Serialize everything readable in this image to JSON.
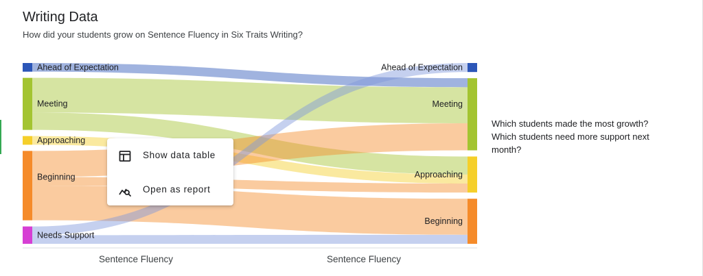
{
  "header": {
    "title": "Writing Data",
    "subtitle": "How did your students grow on Sentence Fluency in Six Traits Writing?"
  },
  "side_text": {
    "line1": "Which students made the most growth?",
    "line2": "Which students need more support next month?"
  },
  "menu": {
    "items": [
      {
        "label": "Show data table",
        "icon": "table-icon"
      },
      {
        "label": "Open as report",
        "icon": "report-analytics-icon"
      }
    ]
  },
  "colors": {
    "ahead": "#2c56b8",
    "meeting": "#a3c431",
    "approaching": "#f5cf2a",
    "beginning": "#f58b2a",
    "needs_support": "#d63fd4",
    "link_needs_support": "#7e96dc"
  },
  "chart_data": {
    "type": "sankey",
    "source_axis_label": "Sentence Fluency",
    "target_axis_label": "Sentence Fluency",
    "source_nodes": [
      {
        "id": "s_ahead",
        "label": "Ahead of Expectation",
        "value": 1,
        "color": "#2c56b8"
      },
      {
        "id": "s_meeting",
        "label": "Meeting",
        "value": 6,
        "color": "#a3c431"
      },
      {
        "id": "s_approaching",
        "label": "Approaching",
        "value": 1,
        "color": "#f5cf2a"
      },
      {
        "id": "s_beginning",
        "label": "Beginning",
        "value": 8,
        "color": "#f58b2a"
      },
      {
        "id": "s_needs",
        "label": "Needs Support",
        "value": 2,
        "color": "#d63fd4"
      }
    ],
    "target_nodes": [
      {
        "id": "t_ahead",
        "label": "Ahead of Expectation",
        "value": 1,
        "color": "#2c56b8"
      },
      {
        "id": "t_meeting",
        "label": "Meeting",
        "value": 8,
        "color": "#a3c431"
      },
      {
        "id": "t_approaching",
        "label": "Approaching",
        "value": 4,
        "color": "#f5cf2a"
      },
      {
        "id": "t_beginning",
        "label": "Beginning",
        "value": 5,
        "color": "#f58b2a"
      }
    ],
    "links": [
      {
        "source": "s_ahead",
        "target": "t_meeting",
        "value": 1
      },
      {
        "source": "s_meeting",
        "target": "t_meeting",
        "value": 4
      },
      {
        "source": "s_meeting",
        "target": "t_approaching",
        "value": 2
      },
      {
        "source": "s_approaching",
        "target": "t_approaching",
        "value": 1
      },
      {
        "source": "s_beginning",
        "target": "t_meeting",
        "value": 3
      },
      {
        "source": "s_beginning",
        "target": "t_approaching",
        "value": 1
      },
      {
        "source": "s_beginning",
        "target": "t_beginning",
        "value": 4
      },
      {
        "source": "s_needs",
        "target": "t_ahead",
        "value": 1
      },
      {
        "source": "s_needs",
        "target": "t_beginning",
        "value": 1
      }
    ]
  }
}
